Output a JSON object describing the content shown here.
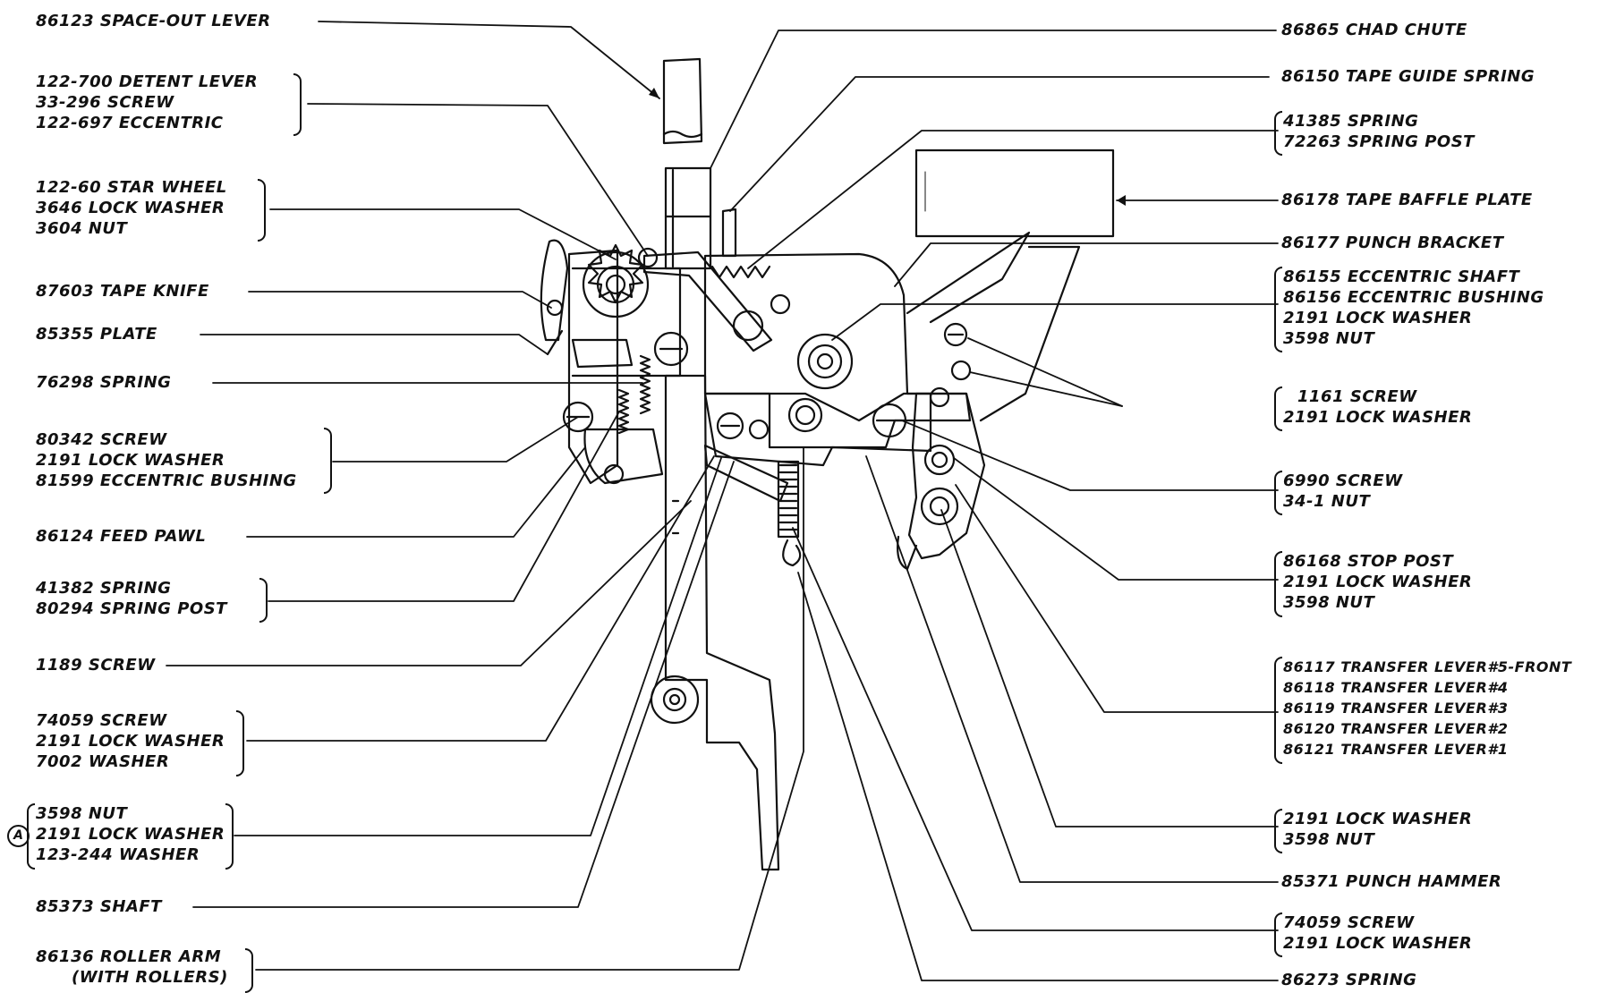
{
  "labels": {
    "space_out_lever": [
      "86123 SPACE-OUT LEVER"
    ],
    "detent_lever": [
      "122-700 DETENT LEVER",
      "33-296 SCREW",
      "122-697 ECCENTRIC"
    ],
    "star_wheel": [
      "122-60 STAR WHEEL",
      "3646 LOCK WASHER",
      "3604 NUT"
    ],
    "tape_knife": [
      "87603 TAPE KNIFE"
    ],
    "plate": [
      "85355 PLATE"
    ],
    "spring_76298": [
      "76298 SPRING"
    ],
    "screw_80342": [
      "80342 SCREW",
      "2191 LOCK WASHER",
      "81599 ECCENTRIC BUSHING"
    ],
    "feed_pawl": [
      "86124 FEED PAWL"
    ],
    "spring_41382": [
      "41382 SPRING",
      "80294 SPRING POST"
    ],
    "screw_1189": [
      "1189 SCREW"
    ],
    "screw_74059_left": [
      "74059 SCREW",
      "2191 LOCK WASHER",
      "7002 WASHER"
    ],
    "nut_3598_left": [
      "3598 NUT",
      "2191 LOCK WASHER",
      "123-244 WASHER"
    ],
    "shaft": [
      "85373 SHAFT"
    ],
    "roller_arm": [
      "86136 ROLLER ARM",
      "(WITH ROLLERS)"
    ],
    "chad_chute": [
      "86865 CHAD CHUTE"
    ],
    "tape_guide_spring": [
      "86150 TAPE GUIDE SPRING"
    ],
    "spring_41385": [
      "41385 SPRING",
      "72263 SPRING POST"
    ],
    "tape_baffle_plate": [
      "86178 TAPE BAFFLE PLATE"
    ],
    "punch_bracket": [
      "86177 PUNCH BRACKET"
    ],
    "eccentric_shaft": [
      "86155 ECCENTRIC SHAFT",
      "86156 ECCENTRIC BUSHING",
      "2191 LOCK WASHER",
      "3598 NUT"
    ],
    "screw_1161": [
      "1161 SCREW",
      "2191 LOCK WASHER"
    ],
    "screw_6990": [
      "6990 SCREW",
      "34-1 NUT"
    ],
    "stop_post": [
      "86168 STOP POST",
      "2191 LOCK WASHER",
      "3598 NUT"
    ],
    "transfer_levers": [
      "86117 TRANSFER LEVER#5-FRONT",
      "86118 TRANSFER LEVER#4",
      "86119 TRANSFER LEVER#3",
      "86120 TRANSFER LEVER#2",
      "86121 TRANSFER LEVER#1"
    ],
    "lock_washer_nut_right": [
      "2191 LOCK WASHER",
      "3598 NUT"
    ],
    "punch_hammer": [
      "85371 PUNCH HAMMER"
    ],
    "screw_74059_right": [
      "74059 SCREW",
      "2191 LOCK WASHER"
    ],
    "spring_86273": [
      "86273 SPRING"
    ]
  },
  "note_marker": "A"
}
